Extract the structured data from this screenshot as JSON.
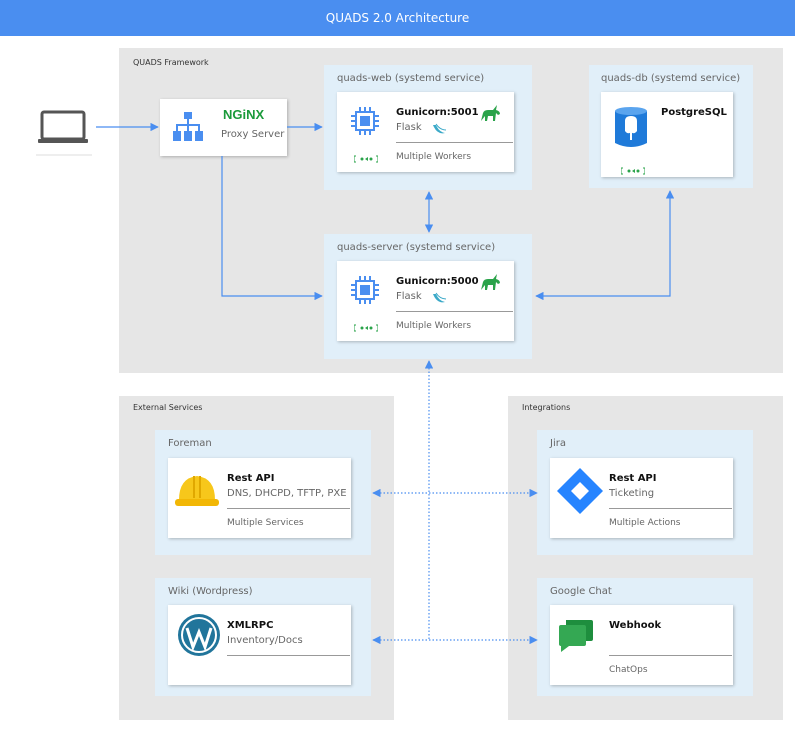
{
  "title": "QUADS 2.0 Architecture",
  "groups": {
    "framework": "QUADS Framework",
    "external": "External Services",
    "integrations": "Integrations"
  },
  "proxy": {
    "brand": "NGiNX",
    "label": "Proxy Server"
  },
  "web": {
    "service": "quads-web (systemd service)",
    "title": "Gunicorn:5001",
    "sub": "Flask",
    "foot": "Multiple Workers"
  },
  "db": {
    "service": "quads-db (systemd service)",
    "title": "PostgreSQL"
  },
  "server": {
    "service": "quads-server (systemd service)",
    "title": "Gunicorn:5000",
    "sub": "Flask",
    "foot": "Multiple Workers"
  },
  "foreman": {
    "service": "Foreman",
    "title": "Rest API",
    "sub": "DNS, DHCPD, TFTP, PXE",
    "foot": "Multiple Services"
  },
  "wiki": {
    "service": "Wiki (Wordpress)",
    "title": "XMLRPC",
    "sub": "Inventory/Docs"
  },
  "jira": {
    "service": "Jira",
    "title": "Rest API",
    "sub": "Ticketing",
    "foot": "Multiple Actions"
  },
  "gchat": {
    "service": "Google Chat",
    "title": "Webhook",
    "foot": "ChatOps"
  },
  "colors": {
    "titlebar": "#4a8ef0",
    "arrow": "#4a8ef0",
    "group": "#e6e6e6",
    "service": "#e1eff9",
    "gunicorn": "#2aa34a",
    "jira": "#2684ff",
    "gchat": "#34a853"
  }
}
